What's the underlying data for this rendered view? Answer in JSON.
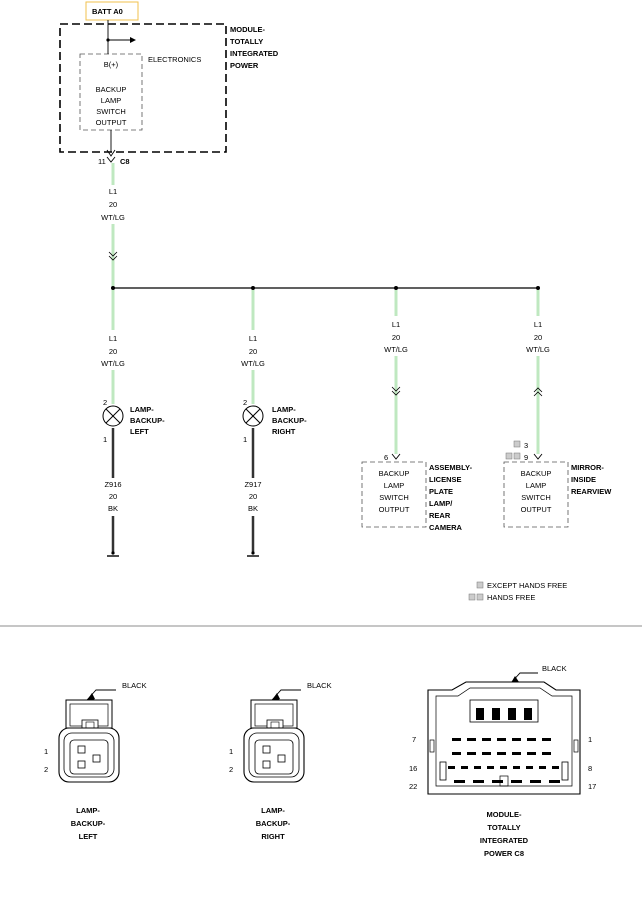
{
  "colors": {
    "wire_green": "#bfe8c0",
    "wire_black": "#333333",
    "line": "#000000",
    "batt_border": "#f2c14e",
    "separator": "#666666"
  },
  "batt_label": "BATT A0",
  "module": {
    "name_lines": [
      "MODULE-",
      "TOTALLY",
      "INTEGRATED",
      "POWER"
    ],
    "electronics_label": "ELECTRONICS",
    "pin_label": "B(+)",
    "output_lines": [
      "BACKUP",
      "LAMP",
      "SWITCH",
      "OUTPUT"
    ],
    "connector_pin": "11",
    "connector_name": "C8"
  },
  "main_wire": {
    "circuit": "L1",
    "gauge": "20",
    "color": "WT/LG"
  },
  "branches": [
    {
      "circuit": "L1",
      "gauge": "20",
      "color": "WT/LG"
    },
    {
      "circuit": "L1",
      "gauge": "20",
      "color": "WT/LG"
    },
    {
      "circuit": "L1",
      "gauge": "20",
      "color": "WT/LG"
    },
    {
      "circuit": "L1",
      "gauge": "20",
      "color": "WT/LG"
    }
  ],
  "lamp_left": {
    "name_lines": [
      "LAMP-",
      "BACKUP-",
      "LEFT"
    ],
    "pin_top": "2",
    "pin_bottom": "1",
    "ground_circuit": "Z916",
    "ground_gauge": "20",
    "ground_color": "BK"
  },
  "lamp_right": {
    "name_lines": [
      "LAMP-",
      "BACKUP-",
      "RIGHT"
    ],
    "pin_top": "2",
    "pin_bottom": "1",
    "ground_circuit": "Z917",
    "ground_gauge": "20",
    "ground_color": "BK"
  },
  "license_assembly": {
    "name_lines": [
      "ASSEMBLY-",
      "LICENSE",
      "PLATE",
      "LAMP/",
      "REAR",
      "CAMERA"
    ],
    "pin": "6",
    "box_lines": [
      "BACKUP",
      "LAMP",
      "SWITCH",
      "OUTPUT"
    ]
  },
  "mirror": {
    "name_lines": [
      "MIRROR-",
      "INSIDE",
      "REARVIEW"
    ],
    "pin_except": "3",
    "pin_hands_free": "9",
    "box_lines": [
      "BACKUP",
      "LAMP",
      "SWITCH",
      "OUTPUT"
    ]
  },
  "legend": {
    "except_hands_free": "EXCEPT HANDS FREE",
    "hands_free": "HANDS FREE"
  },
  "connectors": {
    "left": {
      "color_label": "BLACK",
      "pin_1": "1",
      "pin_2": "2",
      "name_lines": [
        "LAMP-",
        "BACKUP-",
        "LEFT"
      ]
    },
    "right": {
      "color_label": "BLACK",
      "pin_1": "1",
      "pin_2": "2",
      "name_lines": [
        "LAMP-",
        "BACKUP-",
        "RIGHT"
      ]
    },
    "module": {
      "color_label": "BLACK",
      "pin_7": "7",
      "pin_1": "1",
      "pin_16": "16",
      "pin_8": "8",
      "pin_22": "22",
      "pin_17": "17",
      "name_lines": [
        "MODULE-",
        "TOTALLY",
        "INTEGRATED",
        "POWER C8"
      ]
    }
  }
}
